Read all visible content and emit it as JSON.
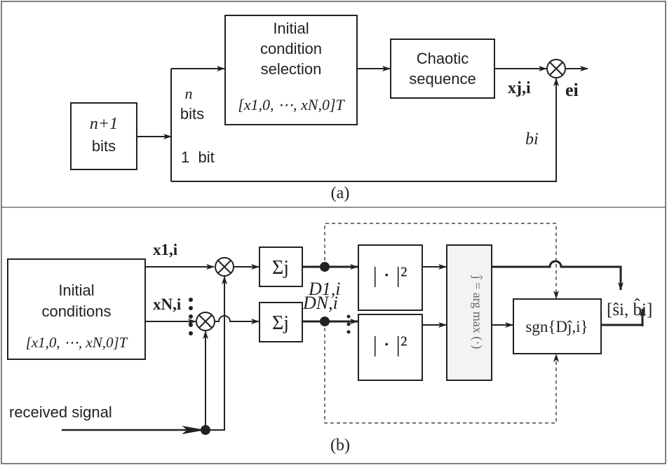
{
  "panel_a": {
    "caption": "(a)",
    "input_box": {
      "line1": "n+1",
      "line2": "bits"
    },
    "branch_top": {
      "n": "n",
      "bits": "bits"
    },
    "branch_bottom": "1  bit",
    "ic_selection_box": {
      "line1": "Initial",
      "line2": "condition",
      "line3": "selection",
      "vector": "[x1,0, ⋯, xN,0]T"
    },
    "chaotic_box": {
      "line1": "Chaotic",
      "line2": "sequence"
    },
    "x_label": "xj,i",
    "b_label": "bi",
    "output_label": "ei"
  },
  "panel_b": {
    "caption": "(b)",
    "ic_box": {
      "line1": "Initial",
      "line2": "conditions",
      "vector": "[x1,0, ⋯, xN,0]T"
    },
    "x1_label": "x1,i",
    "xN_label": "xN,i",
    "received_signal": "received signal",
    "sum_symbol": "Σj",
    "d1_label": "D1,i",
    "dN_label": "DN,i",
    "abs_sq": "| · |²",
    "max_box_text": "ĵ = arg max (·)",
    "sgn_box": "sgn{Dĵ,i}",
    "output_label": "[ŝi, b̂i]"
  }
}
